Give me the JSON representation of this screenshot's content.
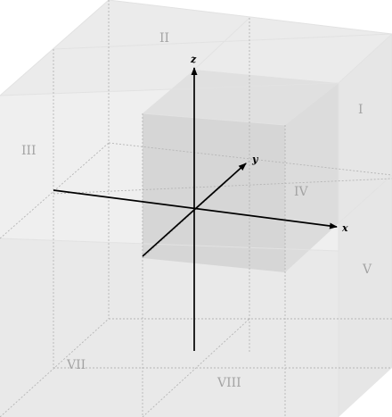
{
  "diagram": {
    "axes": [
      {
        "id": "x",
        "label": "x"
      },
      {
        "id": "y",
        "label": "y"
      },
      {
        "id": "z",
        "label": "z"
      }
    ],
    "octants": [
      "I",
      "II",
      "III",
      "IV",
      "V",
      "VII",
      "VIII"
    ],
    "colors": {
      "cube_light": "#f2f2f2",
      "cube_mid": "#e9e9e9",
      "cube_dark": "#dadada",
      "highlight": "#cfcfcf",
      "axis": "#000000",
      "label": "#a3a3a3"
    }
  }
}
